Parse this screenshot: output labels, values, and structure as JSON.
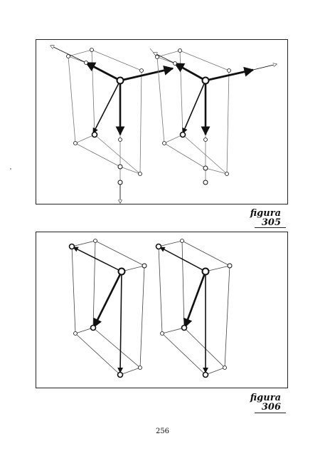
{
  "figures": [
    {
      "id": "305",
      "caption_label": "figura",
      "caption_number": "305"
    },
    {
      "id": "306",
      "caption_label": "figura",
      "caption_number": "306"
    }
  ],
  "page_number": "256",
  "colors": {
    "ink": "#111111",
    "thin_line": "#777777",
    "background": "#ffffff"
  }
}
